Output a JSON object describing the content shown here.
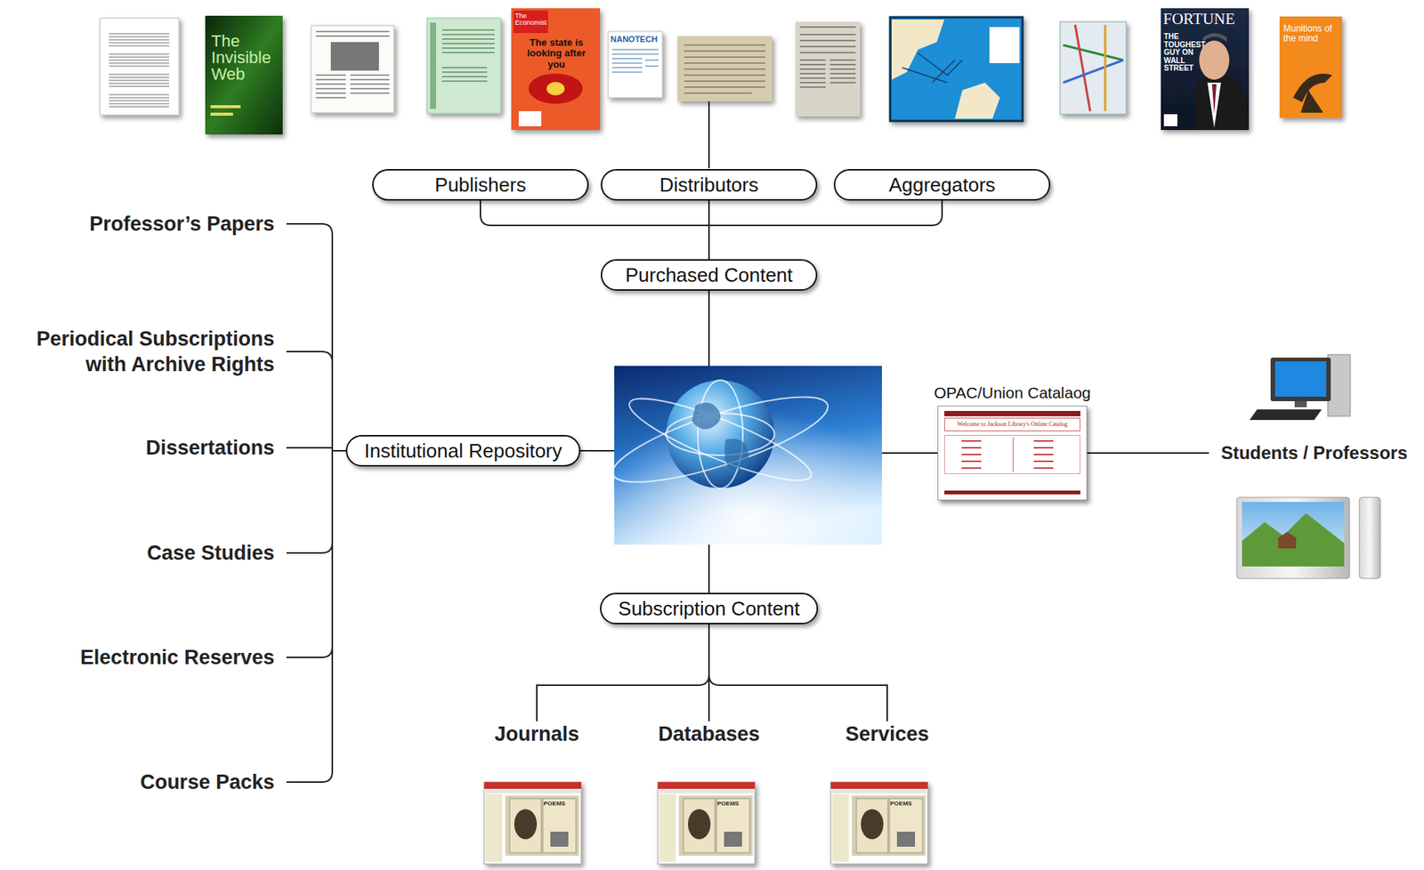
{
  "diagram": {
    "nodes": [
      {
        "text": [
          "Publishers"
        ]
      },
      {
        "text": [
          "Distributors"
        ]
      },
      {
        "text": [
          "Aggregators"
        ]
      },
      {
        "text": [
          "Purchased Content"
        ]
      },
      {
        "text": [
          "Professor’s Papers"
        ]
      },
      {
        "text": [
          "Periodical Subscriptions with Archive Rights"
        ]
      },
      {
        "text": [
          "Dissertations"
        ]
      },
      {
        "text": [
          "Institutional Repository"
        ]
      },
      {
        "text": [
          "Case Studies"
        ]
      },
      {
        "text": [
          "Electronic Reserves"
        ]
      },
      {
        "text": [
          "Course Packs"
        ]
      },
      {
        "text": [
          "OPAC/Union Catalaog",
          "Welcome to Jackson Library's Online Catalog"
        ]
      },
      {
        "text": [
          "Students / Professors"
        ]
      },
      {
        "text": [
          "Subscription Content"
        ]
      },
      {
        "text": [
          "Journals"
        ]
      },
      {
        "text": [
          "Databases"
        ]
      },
      {
        "text": [
          "Services"
        ]
      }
    ],
    "edges": [
      {
        "from": 0,
        "to": 3,
        "arrow": "none"
      },
      {
        "from": 1,
        "to": 3,
        "arrow": "none"
      },
      {
        "from": 2,
        "to": 3,
        "arrow": "none"
      },
      {
        "from": 4,
        "to": 7,
        "arrow": "none"
      },
      {
        "from": 5,
        "to": 7,
        "arrow": "none"
      },
      {
        "from": 6,
        "to": 7,
        "arrow": "none"
      },
      {
        "from": 8,
        "to": 7,
        "arrow": "none"
      },
      {
        "from": 9,
        "to": 7,
        "arrow": "none"
      },
      {
        "from": 10,
        "to": 7,
        "arrow": "none"
      },
      {
        "from": 3,
        "to": 11,
        "arrow": "none"
      },
      {
        "from": 7,
        "to": 11,
        "arrow": "none"
      },
      {
        "from": 13,
        "to": 11,
        "arrow": "none"
      },
      {
        "from": 11,
        "to": 12,
        "arrow": "none"
      },
      {
        "from": 13,
        "to": 14,
        "arrow": "none"
      },
      {
        "from": 13,
        "to": 15,
        "arrow": "none"
      },
      {
        "from": 13,
        "to": 16,
        "arrow": "none"
      }
    ],
    "labels": [
      "The Invisible Web",
      "The Economist",
      "The state is looking after you",
      "NANOTECH",
      "FORTUNE",
      "THE TOUGHEST GUY ON WALL STREET",
      "Munitions of the mind",
      "POEMS",
      "POEMS",
      "POEMS"
    ]
  }
}
